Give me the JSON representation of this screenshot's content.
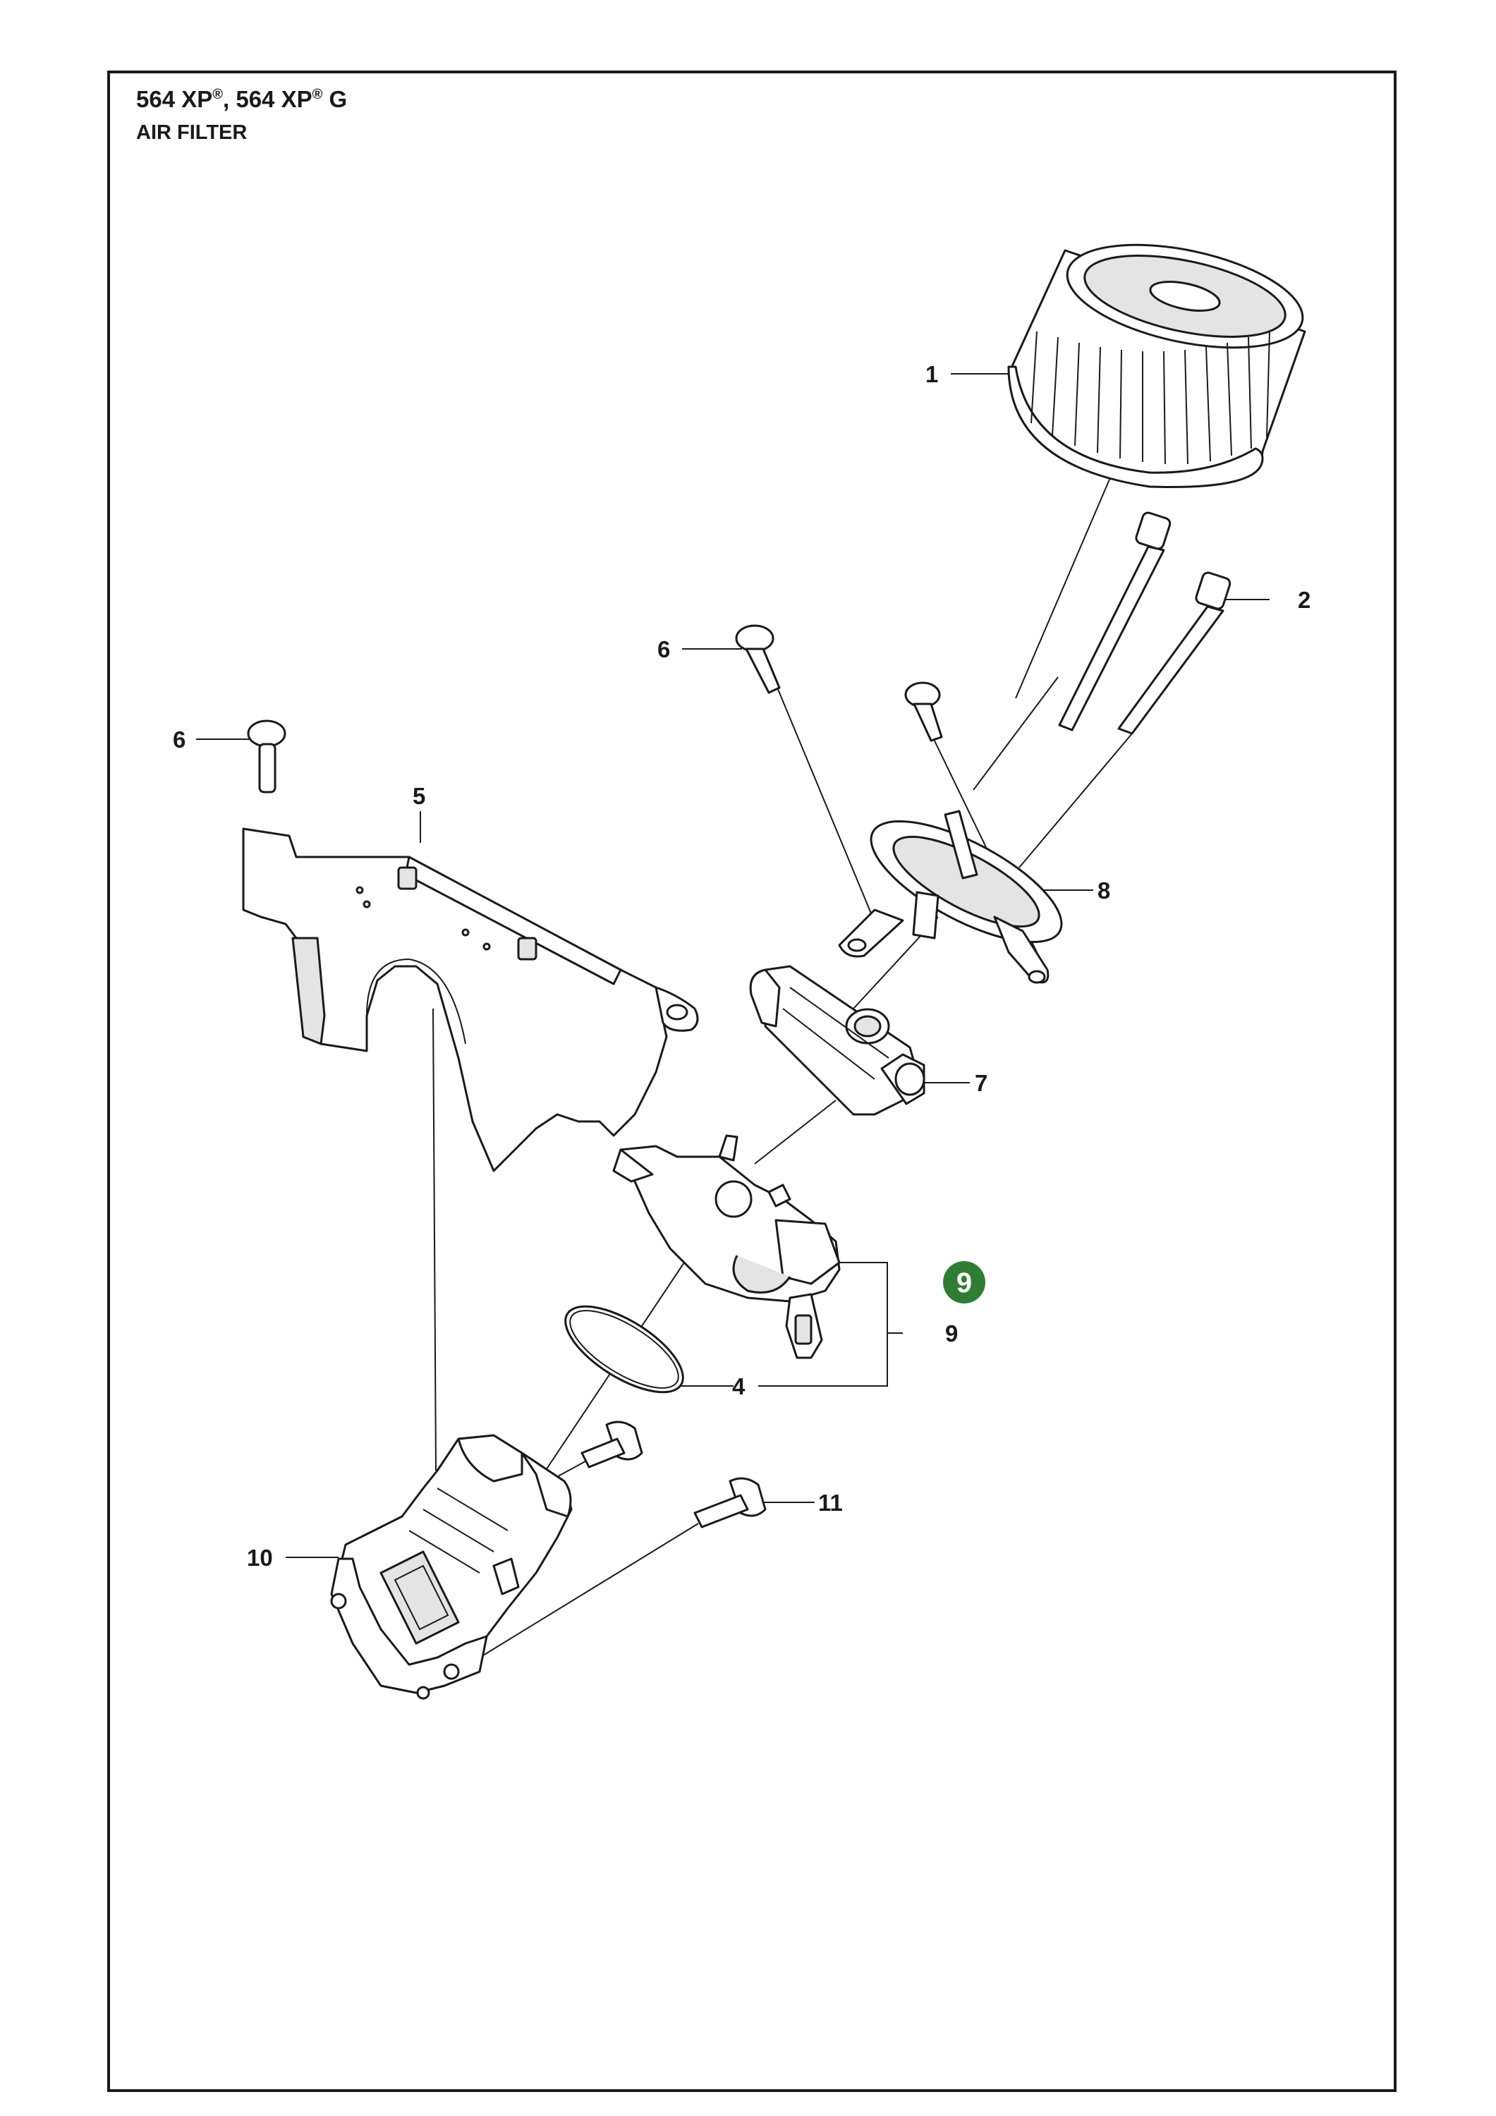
{
  "header": {
    "model_a": "564 XP",
    "model_b": "564 XP",
    "model_suffix": "G",
    "registered_mark": "®",
    "separator": ",",
    "section": "AIR FILTER"
  },
  "callouts": {
    "c1": "1",
    "c2": "2",
    "c4": "4",
    "c5": "5",
    "c6a": "6",
    "c6b": "6",
    "c7": "7",
    "c8": "8",
    "c9": "9",
    "c10": "10",
    "c11": "11"
  },
  "highlight": {
    "label": "9",
    "color": "#2e7d32"
  }
}
